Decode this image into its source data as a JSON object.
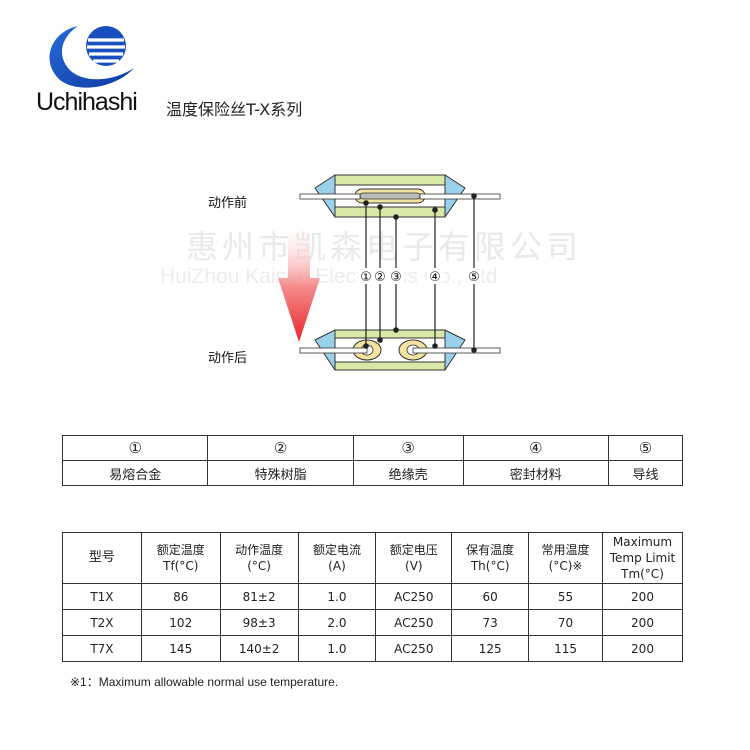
{
  "header": {
    "brand": "Uchihashi",
    "subtitle": "温度保险丝T-X系列"
  },
  "diagram": {
    "label_before": "动作前",
    "label_after": "动作后",
    "markers": [
      "①",
      "②",
      "③",
      "④",
      "⑤"
    ]
  },
  "watermark": {
    "line1": "惠州市凯森电子有限公司",
    "line2": "HuiZhou Kaisen Electronics Co., Ltd"
  },
  "parts_table": {
    "numbers": [
      "①",
      "②",
      "③",
      "④",
      "⑤"
    ],
    "names": [
      "易熔合金",
      "特殊树脂",
      "绝缘壳",
      "密封材料",
      "导线"
    ]
  },
  "spec_table": {
    "headers": [
      {
        "l1": "型号",
        "l2": "",
        "l3": ""
      },
      {
        "l1": "额定温度",
        "l2": "Tf(°C)",
        "l3": ""
      },
      {
        "l1": "动作温度",
        "l2": "(°C)",
        "l3": ""
      },
      {
        "l1": "额定电流",
        "l2": "(A)",
        "l3": ""
      },
      {
        "l1": "额定电压",
        "l2": "(V)",
        "l3": ""
      },
      {
        "l1": "保有温度",
        "l2": "Th(°C)",
        "l3": ""
      },
      {
        "l1": "常用温度",
        "l2": "(°C)※",
        "l3": ""
      },
      {
        "l1": "Maximum",
        "l2": "Temp Limit",
        "l3": "Tm(°C)"
      }
    ],
    "rows": [
      [
        "T1X",
        "86",
        "81±2",
        "1.0",
        "AC250",
        "60",
        "55",
        "200"
      ],
      [
        "T2X",
        "102",
        "98±3",
        "2.0",
        "AC250",
        "73",
        "70",
        "200"
      ],
      [
        "T7X",
        "145",
        "140±2",
        "1.0",
        "AC250",
        "125",
        "115",
        "200"
      ]
    ]
  },
  "note": "※1：Maximum allowable normal use temperature.",
  "colors": {
    "logo_blue": "#1a4fbf",
    "insulation_blue": "#9bd0ea",
    "resin_green": "#d9e8a6",
    "alloy_yellow": "#f3e3a0",
    "arrow_red": "#e8262a"
  }
}
